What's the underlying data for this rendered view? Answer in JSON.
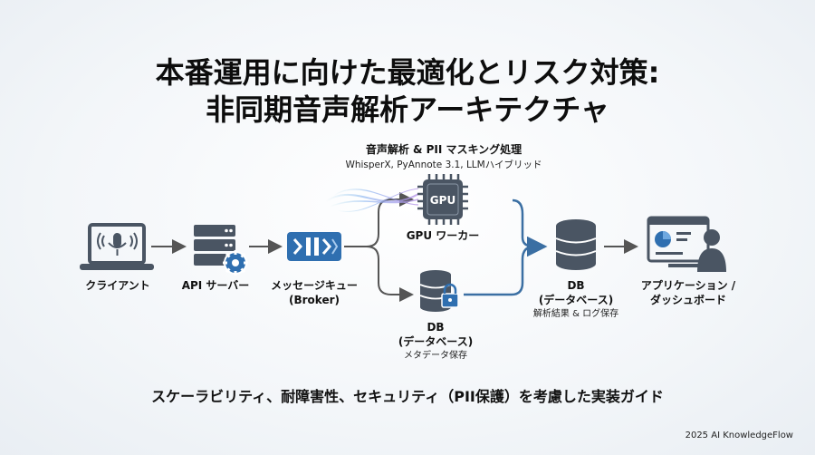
{
  "title": {
    "line1": "本番運用に向けた最適化とリスク対策:",
    "line2": "非同期音声解析アーキテクチャ"
  },
  "processing": {
    "heading": "音声解析 & PII マスキング処理",
    "models": "WhisperX, PyAnnote 3.1, LLMハイブリッド"
  },
  "nodes": {
    "client": "クライアント",
    "api": "API サーバー",
    "queue_line1": "メッセージキュー",
    "queue_line2": "(Broker)",
    "gpu_chip": "GPU",
    "gpu_worker": "GPU ワーカー",
    "db_meta_line1": "DB",
    "db_meta_line2": "(データベース)",
    "db_meta_desc": "メタデータ保存",
    "db_result_line1": "DB",
    "db_result_line2": "(データベース)",
    "db_result_desc": "解析結果 & ログ保存",
    "app_line1": "アプリケーション /",
    "app_line2": "ダッシュボード"
  },
  "subtitle": "スケーラビリティ、耐障害性、セキュリティ（PII保護）を考慮した実装ガイド",
  "footer": "2025 AI KnowledgeFlow",
  "colors": {
    "icon_dark": "#4a5563",
    "accent_blue": "#2f6fb0",
    "accent_light": "#6ea8e0",
    "arrow": "#555555"
  }
}
